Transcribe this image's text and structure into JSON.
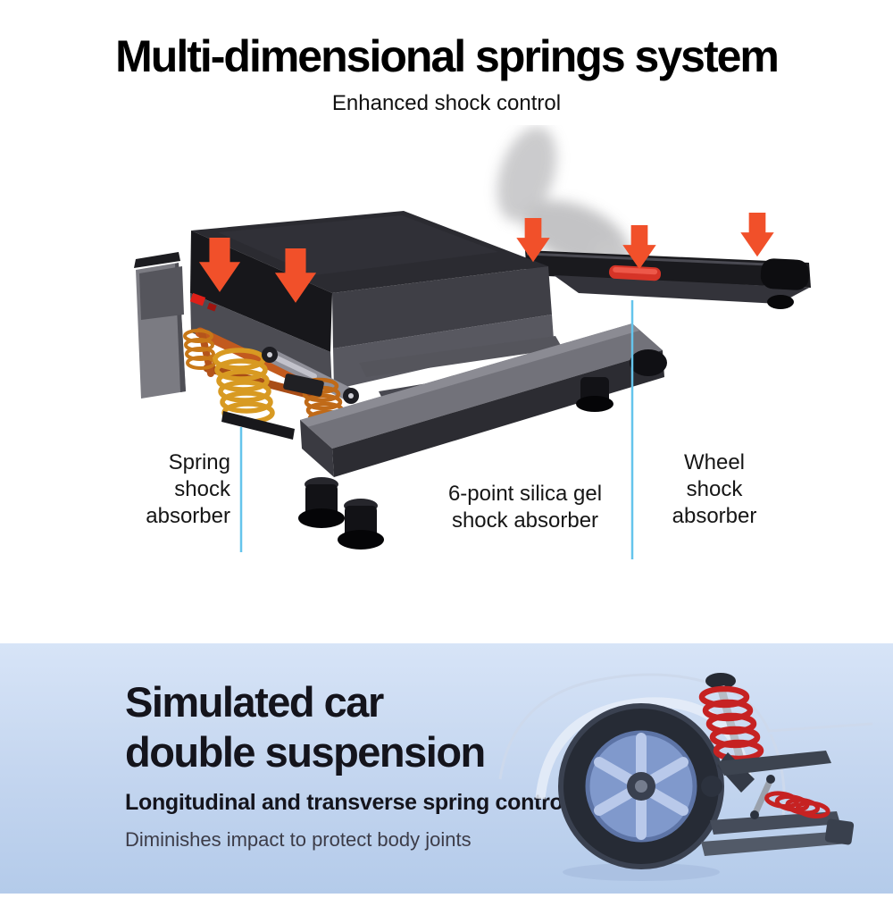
{
  "header": {
    "title": "Multi-dimensional springs system",
    "subtitle": "Enhanced shock control"
  },
  "callouts": {
    "spring": [
      "Spring",
      "shock",
      "absorber"
    ],
    "silica": [
      "6-point silica gel",
      "shock absorber"
    ],
    "wheel": [
      "Wheel",
      "shock",
      "absorber"
    ]
  },
  "bottom": {
    "title_line1": "Simulated car",
    "title_line2": "double suspension",
    "subtitle": "Longitudinal and transverse spring control",
    "caption": "Diminishes impact to protect body joints"
  },
  "colors": {
    "arrow_accent": "#f1502a",
    "callout_line": "#65c4ec",
    "bottom_background": "#c3d5ef",
    "heading_text": "#000000",
    "bottom_heading_text": "#14141c",
    "spring_coil": "#d89a22",
    "suspension_coil": "#c62222"
  }
}
